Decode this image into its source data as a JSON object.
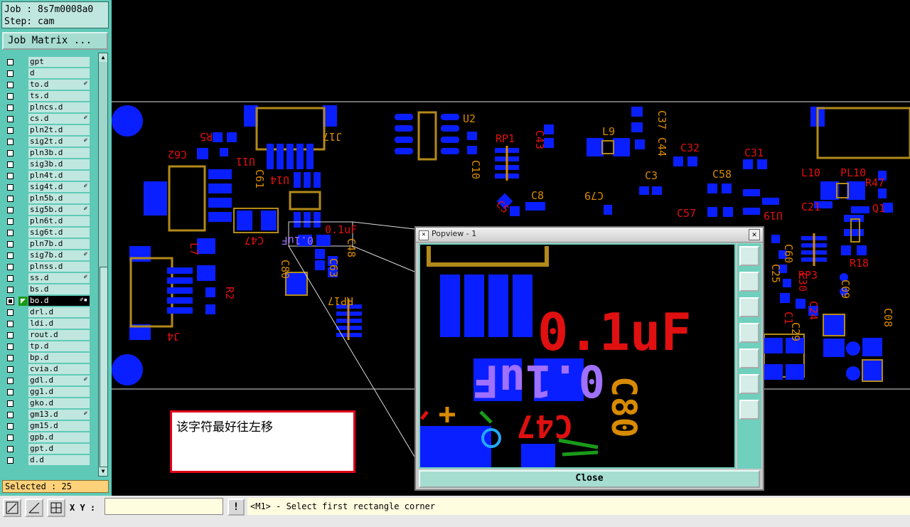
{
  "job": {
    "job_line": "Job : 8s7m0008a0",
    "step_line": "Step: cam"
  },
  "job_matrix_label": "Job Matrix ...",
  "layers": [
    {
      "name": "gpt",
      "flag": "",
      "checked": false
    },
    {
      "name": "d",
      "flag": "",
      "checked": false
    },
    {
      "name": "to.d",
      "flag": "✐",
      "checked": false
    },
    {
      "name": "ts.d",
      "flag": "",
      "checked": false
    },
    {
      "name": "plncs.d",
      "flag": "",
      "checked": false
    },
    {
      "name": "cs.d",
      "flag": "✐",
      "checked": false
    },
    {
      "name": "pln2t.d",
      "flag": "",
      "checked": false
    },
    {
      "name": "sig2t.d",
      "flag": "✐",
      "checked": false
    },
    {
      "name": "pln3b.d",
      "flag": "",
      "checked": false
    },
    {
      "name": "sig3b.d",
      "flag": "",
      "checked": false
    },
    {
      "name": "pln4t.d",
      "flag": "",
      "checked": false
    },
    {
      "name": "sig4t.d",
      "flag": "✐",
      "checked": false
    },
    {
      "name": "pln5b.d",
      "flag": "",
      "checked": false
    },
    {
      "name": "sig5b.d",
      "flag": "✐",
      "checked": false
    },
    {
      "name": "pln6t.d",
      "flag": "",
      "checked": false
    },
    {
      "name": "sig6t.d",
      "flag": "",
      "checked": false
    },
    {
      "name": "pln7b.d",
      "flag": "",
      "checked": false
    },
    {
      "name": "sig7b.d",
      "flag": "✐",
      "checked": false
    },
    {
      "name": "plnss.d",
      "flag": "",
      "checked": false
    },
    {
      "name": "ss.d",
      "flag": "✐",
      "checked": false
    },
    {
      "name": "bs.d",
      "flag": "",
      "checked": false
    },
    {
      "name": "bo.d",
      "flag": "✐▪",
      "checked": true
    },
    {
      "name": "drl.d",
      "flag": "",
      "checked": false
    },
    {
      "name": "ldi.d",
      "flag": "",
      "checked": false
    },
    {
      "name": "rout.d",
      "flag": "",
      "checked": false
    },
    {
      "name": "tp.d",
      "flag": "",
      "checked": false
    },
    {
      "name": "bp.d",
      "flag": "",
      "checked": false
    },
    {
      "name": "cvia.d",
      "flag": "",
      "checked": false
    },
    {
      "name": "gdl.d",
      "flag": "✐",
      "checked": false
    },
    {
      "name": "gg1.d",
      "flag": "",
      "checked": false
    },
    {
      "name": "gko.d",
      "flag": "",
      "checked": false
    },
    {
      "name": "gm13.d",
      "flag": "✐",
      "checked": false
    },
    {
      "name": "gm15.d",
      "flag": "",
      "checked": false
    },
    {
      "name": "gpb.d",
      "flag": "",
      "checked": false
    },
    {
      "name": "gpt.d",
      "flag": "",
      "checked": false
    },
    {
      "name": "d.d",
      "flag": "",
      "checked": false
    }
  ],
  "selected_count": "Selected : 25",
  "xy_label": "X Y :",
  "xy_value": "",
  "bang_label": "!",
  "status_message": "<M1> - Select first rectangle corner",
  "note_text": "该字符最好往左移",
  "popview": {
    "title": "Popview - 1",
    "close_label": "Close"
  },
  "board_labels": [
    "R5",
    "C62",
    "U11",
    "J17",
    "U14",
    "C61",
    "C47",
    "C80",
    "0.1uF",
    "0.1uF",
    "C63",
    "C48",
    "RP17",
    "J4",
    "L7",
    "R2",
    "U2",
    "RP1",
    "C43",
    "C10",
    "C5",
    "C8",
    "C79",
    "L9",
    "C37",
    "C44",
    "C3",
    "C32",
    "C31",
    "C58",
    "C57",
    "U19",
    "C21",
    "L10",
    "PL10",
    "R47",
    "Q1",
    "RP3",
    "R18",
    "C60",
    "C25",
    "C30",
    "C1",
    "C24",
    "C29",
    "C09",
    "C08"
  ],
  "popview_labels": [
    "0.1uF",
    "0.1uF",
    "C80",
    "C47"
  ],
  "colors": {
    "pad": "#0a1fff",
    "silk_bot": "#e01010",
    "silk_top": "#d88a00",
    "outline": "#b28a1a",
    "violet": "#a070ff",
    "green": "#1a9a1a"
  }
}
